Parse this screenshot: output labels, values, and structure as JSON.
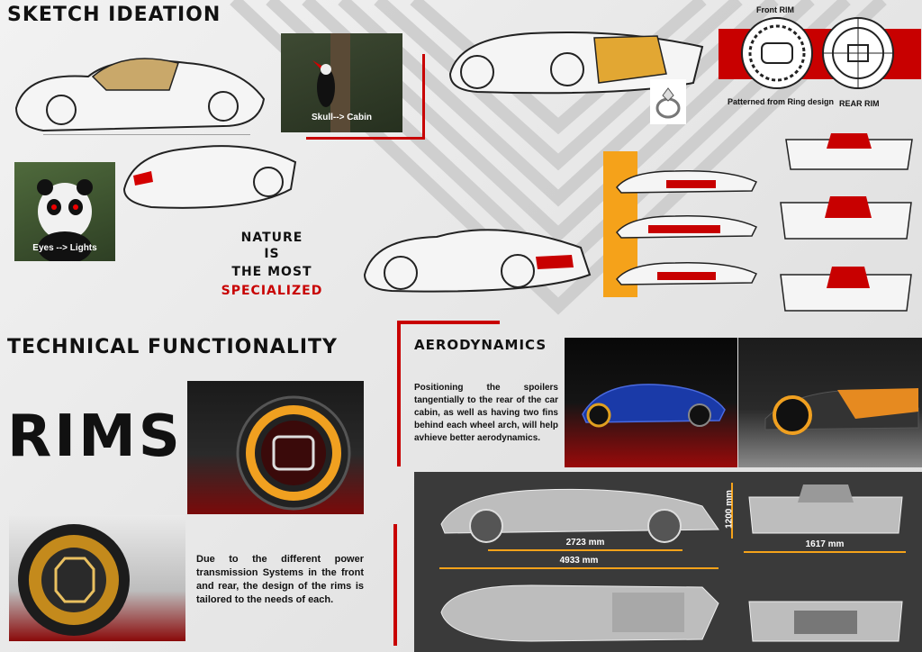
{
  "sketch": {
    "title": "SKETCH IDEATION",
    "skull_caption": "Skull--> Cabin",
    "eyes_caption": "Eyes --> Lights",
    "nature_line1": "NATURE",
    "nature_line2": "IS",
    "nature_line3": "THE MOST",
    "nature_line4": "SPECIALIZED",
    "front_rim": "Front RIM",
    "ring_caption": "Patterned from Ring design",
    "rear_rim": "REAR RIM"
  },
  "technical": {
    "title": "TECHNICAL FUNCTIONALITY",
    "rims_title": "RIMS",
    "rims_text": "Due to the different power transmission Systems in the front and rear, the design of the rims is tailored to the needs of each.",
    "aero_title": "AERODYNAMICS",
    "aero_text": "Positioning the spoilers tangentially to the rear of the car cabin, as well as having two fins behind each wheel arch, will help avhieve better aerodynamics."
  },
  "dimensions": {
    "wheelbase": "2723 mm",
    "length": "4933 mm",
    "height": "1200 mm",
    "width": "1617 mm"
  },
  "colors": {
    "accent_red": "#c80000",
    "accent_orange": "#f5a21a",
    "dark_panel": "#3a3a3a"
  }
}
